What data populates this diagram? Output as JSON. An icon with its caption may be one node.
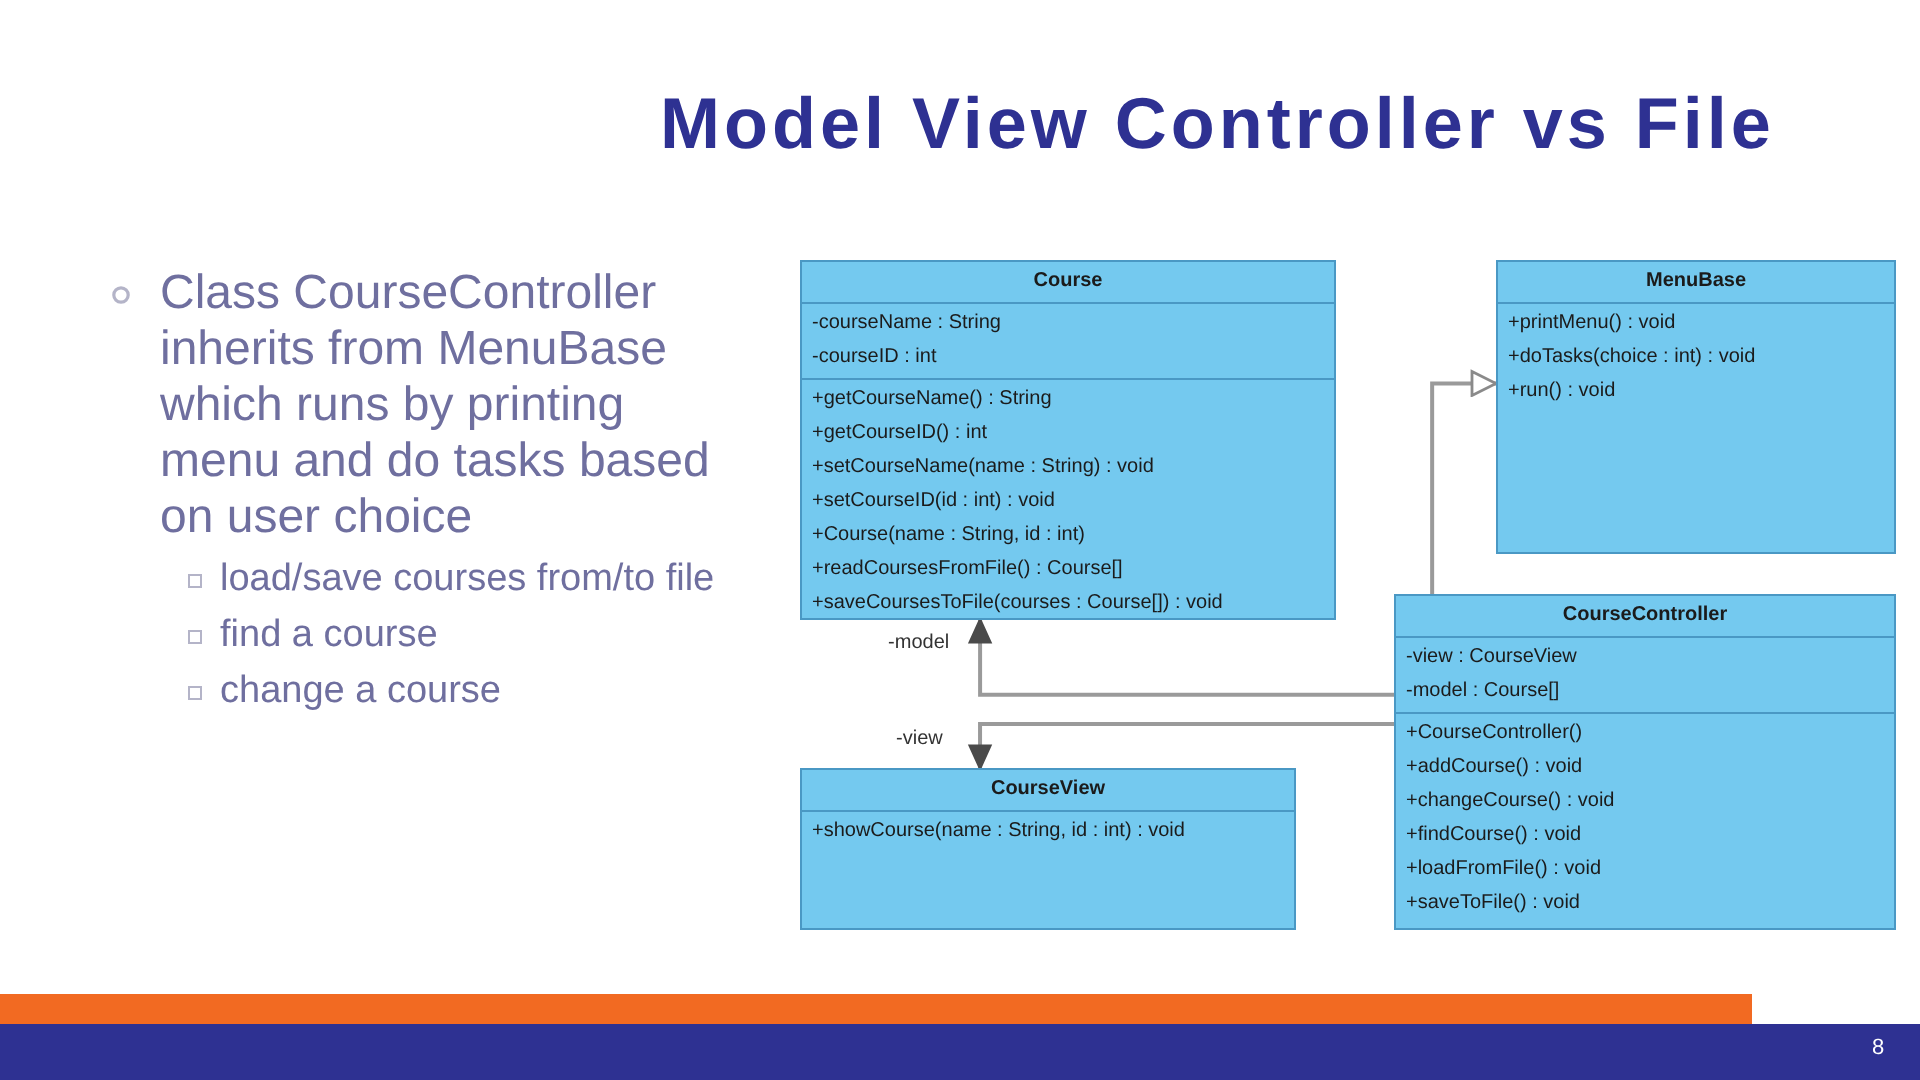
{
  "diagram": {
    "title": "Model View Controller vs File",
    "nodes": [
      {
        "text": [
          "Course",
          "-courseName : String",
          "-courseID : int",
          "+getCourseName() : String",
          "+getCourseID() : int",
          "+setCourseName(name : String) : void",
          "+setCourseID(id : int) : void",
          "+Course(name : String, id : int)",
          "+readCoursesFromFile() : Course[]",
          "+saveCoursesToFile(courses : Course[]) : void"
        ]
      },
      {
        "text": [
          "MenuBase",
          "+printMenu() : void",
          "+doTasks(choice : int) : void",
          "+run() : void"
        ]
      },
      {
        "text": [
          "CourseController",
          "-view : CourseView",
          "-model : Course[]",
          "+CourseController()",
          "+addCourse() : void",
          "+changeCourse() : void",
          "+findCourse() : void",
          "+loadFromFile() : void",
          "+saveToFile() : void"
        ]
      },
      {
        "text": [
          "CourseView",
          "+showCourse(name : String, id : int) : void"
        ]
      }
    ],
    "edges": [
      {
        "from": 2,
        "to": 1,
        "arrow": "to"
      },
      {
        "from": 2,
        "to": 0,
        "arrow": "to",
        "label": "-model"
      },
      {
        "from": 2,
        "to": 3,
        "arrow": "to",
        "label": "-view"
      }
    ],
    "labels": [
      "Class CourseController inherits from MenuBase which runs by printing menu and do tasks based on user choice",
      "load/save courses from/to file",
      "find a course",
      "change a course",
      "8"
    ]
  }
}
